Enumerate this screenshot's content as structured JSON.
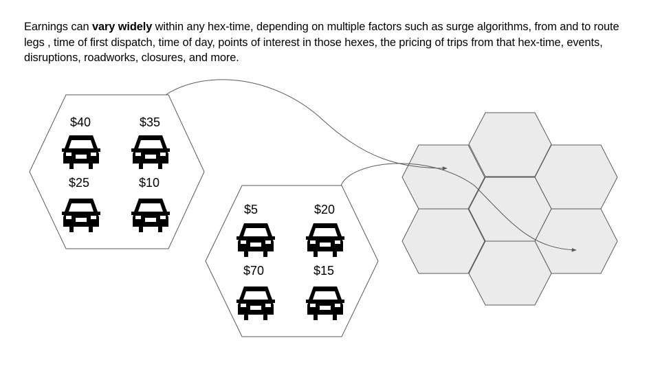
{
  "caption": {
    "before": "Earnings can ",
    "emphasis": "vary widely",
    "after": " within any hex-time, depending on multiple factors such as surge algorithms, from and to route legs , time of first dispatch, time of day, points of interest in those hexes, the pricing of trips from that hex-time, events, disruptions, roadworks, closures, and more."
  },
  "hex_a": {
    "prices": [
      "$40",
      "$35",
      "$25",
      "$10"
    ],
    "icon": "car-icon"
  },
  "hex_b": {
    "prices": [
      "$5",
      "$20",
      "$70",
      "$15"
    ],
    "icon": "car-icon"
  },
  "colors": {
    "cluster_fill": "#ebebeb",
    "outline": "#595959",
    "icon": "#000000"
  }
}
